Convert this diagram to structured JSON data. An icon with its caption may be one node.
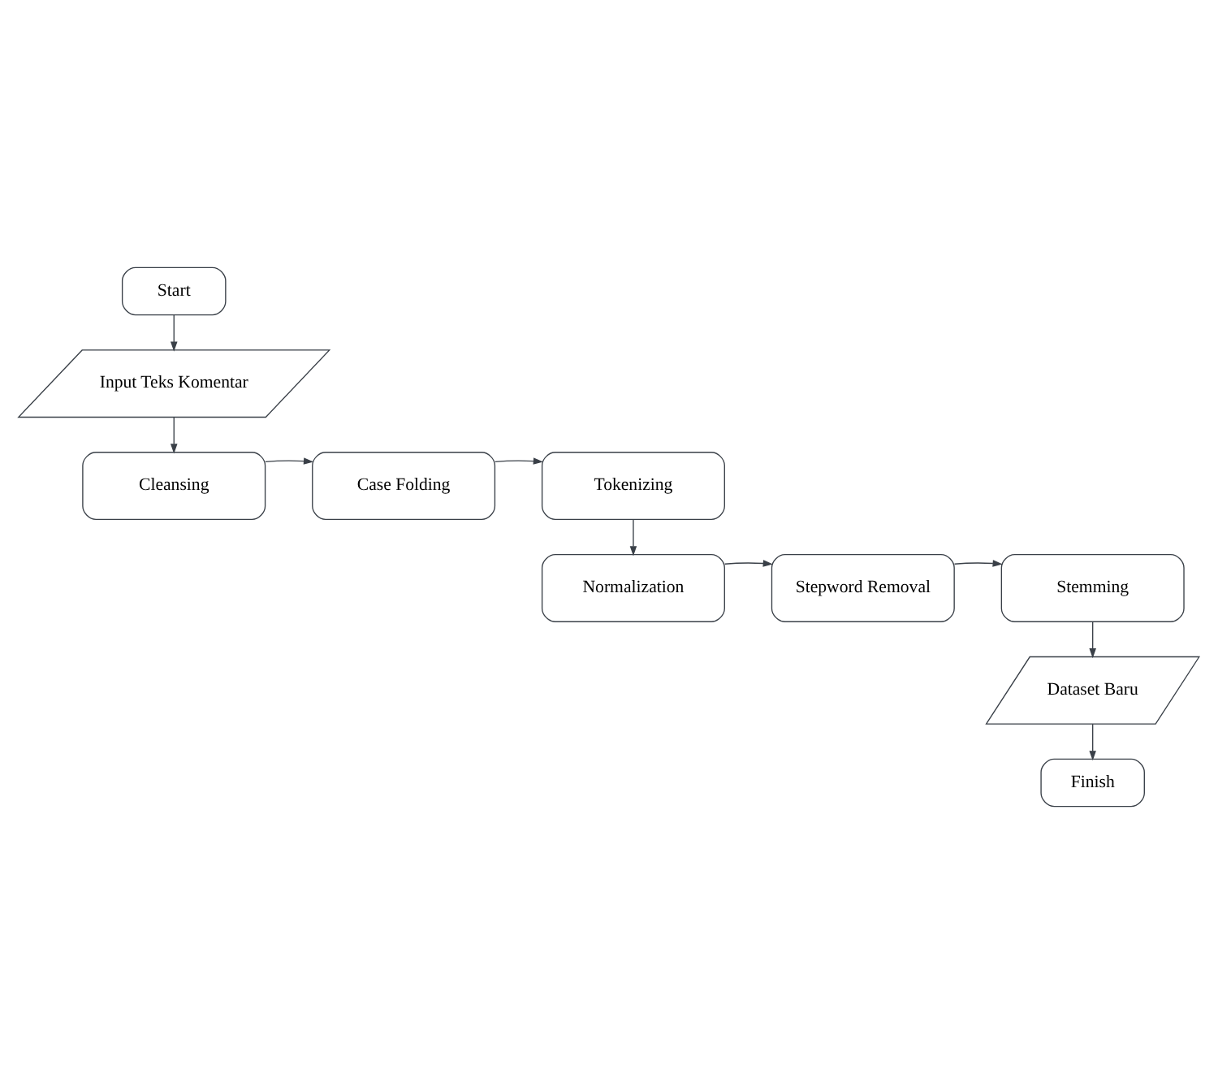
{
  "diagram": {
    "nodes": [
      {
        "text": [
          "Start"
        ]
      },
      {
        "text": [
          "Input Teks Komentar"
        ]
      },
      {
        "text": [
          "Cleansing"
        ]
      },
      {
        "text": [
          "Case Folding"
        ]
      },
      {
        "text": [
          "Tokenizing"
        ]
      },
      {
        "text": [
          "Normalization"
        ]
      },
      {
        "text": [
          "Stepword Removal"
        ]
      },
      {
        "text": [
          "Stemming"
        ]
      },
      {
        "text": [
          "Dataset Baru"
        ]
      },
      {
        "text": [
          "Finish"
        ]
      }
    ],
    "edges": [
      {
        "from": 0,
        "to": 1,
        "arrow": "to"
      },
      {
        "from": 1,
        "to": 2,
        "arrow": "to"
      },
      {
        "from": 2,
        "to": 3,
        "arrow": "to"
      },
      {
        "from": 3,
        "to": 4,
        "arrow": "to"
      },
      {
        "from": 4,
        "to": 5,
        "arrow": "to"
      },
      {
        "from": 5,
        "to": 6,
        "arrow": "to"
      },
      {
        "from": 6,
        "to": 7,
        "arrow": "to"
      },
      {
        "from": 7,
        "to": 8,
        "arrow": "to"
      },
      {
        "from": 8,
        "to": 9,
        "arrow": "to"
      }
    ]
  }
}
